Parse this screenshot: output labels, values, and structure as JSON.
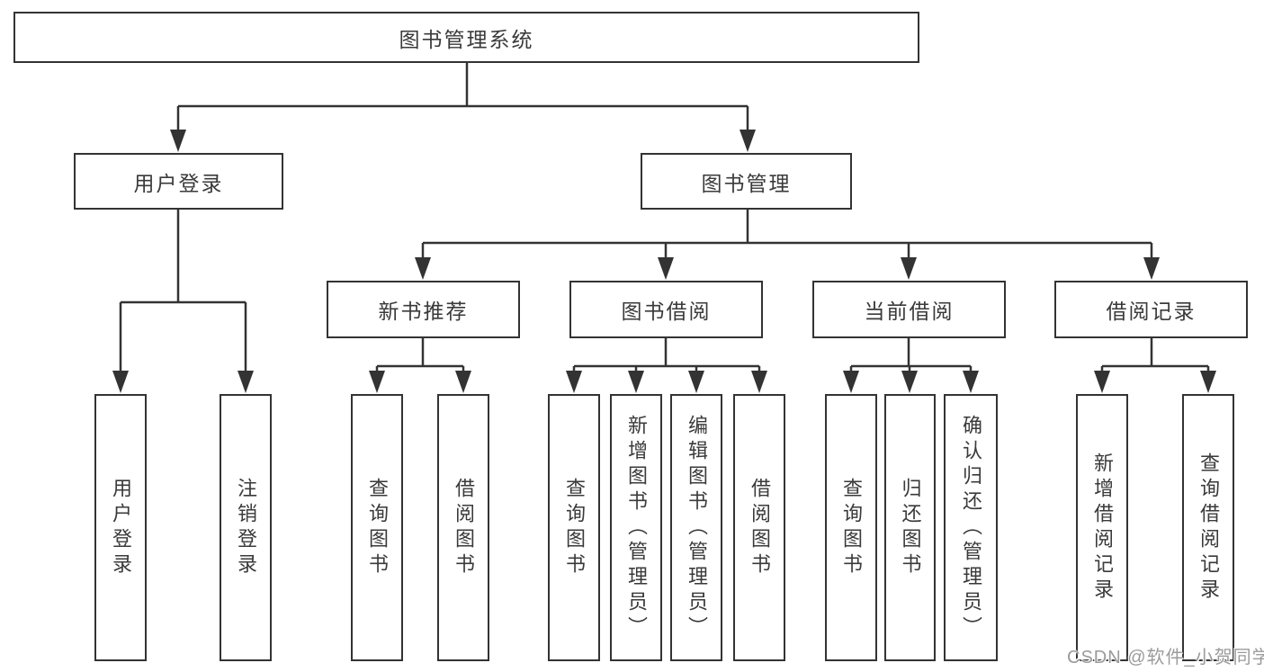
{
  "diagram": {
    "root": "图书管理系统",
    "branches": [
      {
        "label": "用户登录",
        "leaves": [
          "用户登录",
          "注销登录"
        ]
      },
      {
        "label": "图书管理",
        "sections": [
          {
            "label": "新书推荐",
            "leaves": [
              "查询图书",
              "借阅图书"
            ]
          },
          {
            "label": "图书借阅",
            "leaves": [
              "查询图书",
              "新增图书（管理员）",
              "编辑图书（管理员）",
              "借阅图书"
            ]
          },
          {
            "label": "当前借阅",
            "leaves": [
              "查询图书",
              "归还图书",
              "确认归还（管理员）"
            ]
          },
          {
            "label": "借阅记录",
            "leaves": [
              "新增借阅记录",
              "查询借阅记录"
            ]
          }
        ]
      }
    ]
  },
  "watermark": "CSDN @软件_小贺同学",
  "colors": {
    "line": "#333333",
    "text": "#3a3a3a",
    "watermark": "#9b9b9b",
    "background": "#ffffff"
  }
}
